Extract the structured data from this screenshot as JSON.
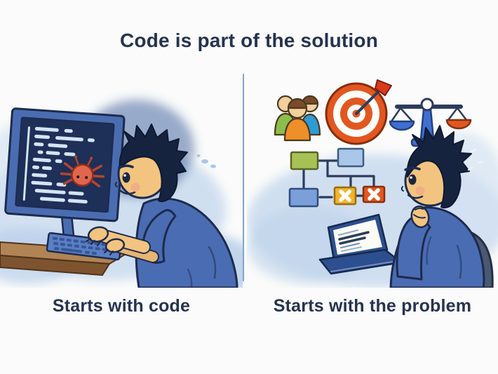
{
  "title": "Code is part of the solution",
  "panels": {
    "left": {
      "caption": "Starts with code"
    },
    "right": {
      "caption": "Starts with the problem"
    }
  },
  "icons": {
    "left": [
      "monitor-icon",
      "code-lines-icon",
      "bug-icon",
      "keyboard-icon",
      "desk-icon",
      "developer-typing-figure"
    ],
    "right": [
      "users-icon",
      "target-icon",
      "balance-scale-icon",
      "flowchart-icon",
      "laptop-checklist-icon",
      "developer-thinking-figure",
      "office-chair-icon"
    ]
  },
  "colors": {
    "background": "#fafbfa",
    "ink": "#26334f",
    "outline": "#1d2b4d",
    "divider": "#7fa3cf",
    "wash_blue": "#c9daee",
    "skin": "#f3c47f",
    "hair": "#16233f",
    "sweater": "#4a6cb3",
    "monitor_frame": "#4a6db2",
    "monitor_screen": "#1e2f58",
    "code_line": "#d4e4f7",
    "bug_red": "#e0664c",
    "desk_brown": "#b08455",
    "keyboard_blue": "#5b7fc4",
    "box_green": "#a6c254",
    "box_light_blue": "#a9c8e9",
    "box_blue": "#7b9fd8",
    "box_yellow": "#f3b32b",
    "box_orange": "#e2571f",
    "scale_blue": "#3f6fd1",
    "laptop_blue": "#2d4f8f",
    "chair_gray": "#4b5872",
    "shirt_green": "#8cbf4a",
    "shirt_orange": "#ef8f2a",
    "shirt_blue": "#2e9bd6",
    "icon_hair_brown": "#7a4a2a",
    "icon_skin": "#f2cf9d"
  }
}
